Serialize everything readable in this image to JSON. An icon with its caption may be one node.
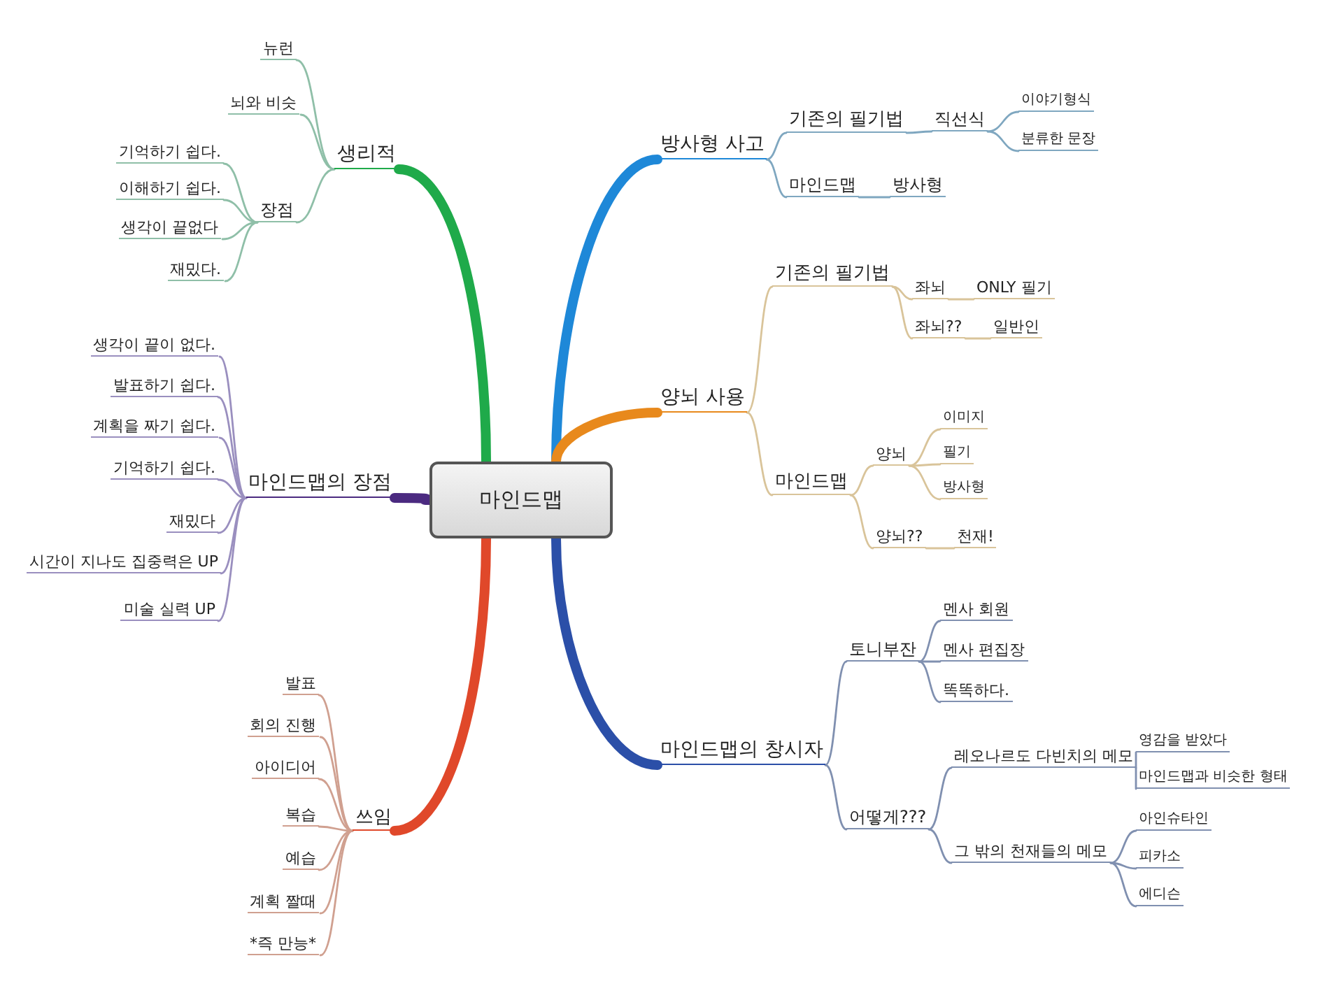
{
  "diagram": {
    "nodes": [
      {
        "text": [
          "마인드맵"
        ]
      },
      {
        "text": [
          "방사형 사고"
        ]
      },
      {
        "text": [
          "기존의 필기법"
        ]
      },
      {
        "text": [
          "직선식"
        ]
      },
      {
        "text": [
          "이야기형식"
        ]
      },
      {
        "text": [
          "분류한 문장"
        ]
      },
      {
        "text": [
          "마인드맵"
        ]
      },
      {
        "text": [
          "방사형"
        ]
      },
      {
        "text": [
          "양뇌 사용"
        ]
      },
      {
        "text": [
          "기존의 필기법"
        ]
      },
      {
        "text": [
          "좌뇌"
        ]
      },
      {
        "text": [
          "ONLY 필기"
        ]
      },
      {
        "text": [
          "좌뇌??"
        ]
      },
      {
        "text": [
          "일반인"
        ]
      },
      {
        "text": [
          "마인드맵"
        ]
      },
      {
        "text": [
          "양뇌"
        ]
      },
      {
        "text": [
          "이미지"
        ]
      },
      {
        "text": [
          "필기"
        ]
      },
      {
        "text": [
          "방사형"
        ]
      },
      {
        "text": [
          "양뇌??"
        ]
      },
      {
        "text": [
          "천재!"
        ]
      },
      {
        "text": [
          "마인드맵의 창시자"
        ]
      },
      {
        "text": [
          "토니부잔"
        ]
      },
      {
        "text": [
          "멘사 회원"
        ]
      },
      {
        "text": [
          "멘사 편집장"
        ]
      },
      {
        "text": [
          "똑똑하다."
        ]
      },
      {
        "text": [
          "어떻게???"
        ]
      },
      {
        "text": [
          "레오나르도 다빈치의 메모"
        ]
      },
      {
        "text": [
          "영감을 받았다"
        ]
      },
      {
        "text": [
          "마인드맵과 비슷한 형태"
        ]
      },
      {
        "text": [
          "그 밖의 천재들의 메모"
        ]
      },
      {
        "text": [
          "아인슈타인"
        ]
      },
      {
        "text": [
          "피카소"
        ]
      },
      {
        "text": [
          "에디슨"
        ]
      },
      {
        "text": [
          "생리적"
        ]
      },
      {
        "text": [
          "뉴런"
        ]
      },
      {
        "text": [
          "뇌와 비슷"
        ]
      },
      {
        "text": [
          "장점"
        ]
      },
      {
        "text": [
          "기억하기 쉽다."
        ]
      },
      {
        "text": [
          "이해하기 쉽다."
        ]
      },
      {
        "text": [
          "생각이 끝없다"
        ]
      },
      {
        "text": [
          "재밌다."
        ]
      },
      {
        "text": [
          "마인드맵의 장점"
        ]
      },
      {
        "text": [
          "생각이 끝이 없다."
        ]
      },
      {
        "text": [
          "발표하기 쉽다."
        ]
      },
      {
        "text": [
          "계획을 짜기 쉽다."
        ]
      },
      {
        "text": [
          "기억하기 쉽다."
        ]
      },
      {
        "text": [
          "재밌다"
        ]
      },
      {
        "text": [
          "시간이 지나도 집중력은 UP"
        ]
      },
      {
        "text": [
          "미술 실력 UP"
        ]
      },
      {
        "text": [
          "쓰임"
        ]
      },
      {
        "text": [
          "발표"
        ]
      },
      {
        "text": [
          "회의 진행"
        ]
      },
      {
        "text": [
          "아이디어"
        ]
      },
      {
        "text": [
          "복습"
        ]
      },
      {
        "text": [
          "예습"
        ]
      },
      {
        "text": [
          "계획 짤때"
        ]
      },
      {
        "text": [
          "*즉 만능*"
        ]
      }
    ],
    "edges": [
      {
        "from": 0,
        "to": 1,
        "arrow": "none",
        "style": "thick",
        "color": "#1e88d8"
      },
      {
        "from": 1,
        "to": 2,
        "arrow": "none",
        "color": "#7fa7c0"
      },
      {
        "from": 2,
        "to": 3,
        "arrow": "none",
        "color": "#7fa7c0"
      },
      {
        "from": 3,
        "to": 4,
        "arrow": "none",
        "color": "#7fa7c0"
      },
      {
        "from": 3,
        "to": 5,
        "arrow": "none",
        "color": "#7fa7c0"
      },
      {
        "from": 1,
        "to": 6,
        "arrow": "none",
        "color": "#7fa7c0"
      },
      {
        "from": 6,
        "to": 7,
        "arrow": "none",
        "color": "#7fa7c0"
      },
      {
        "from": 0,
        "to": 8,
        "arrow": "none",
        "style": "thick",
        "color": "#e8891c"
      },
      {
        "from": 8,
        "to": 9,
        "arrow": "none",
        "color": "#d9c49a"
      },
      {
        "from": 9,
        "to": 10,
        "arrow": "none",
        "color": "#d9c49a"
      },
      {
        "from": 10,
        "to": 11,
        "arrow": "none",
        "color": "#d9c49a"
      },
      {
        "from": 9,
        "to": 12,
        "arrow": "none",
        "color": "#d9c49a"
      },
      {
        "from": 12,
        "to": 13,
        "arrow": "none",
        "color": "#d9c49a"
      },
      {
        "from": 8,
        "to": 14,
        "arrow": "none",
        "color": "#d9c49a"
      },
      {
        "from": 14,
        "to": 15,
        "arrow": "none",
        "color": "#d9c49a"
      },
      {
        "from": 15,
        "to": 16,
        "arrow": "none",
        "color": "#d9c49a"
      },
      {
        "from": 15,
        "to": 17,
        "arrow": "none",
        "color": "#d9c49a"
      },
      {
        "from": 15,
        "to": 18,
        "arrow": "none",
        "color": "#d9c49a"
      },
      {
        "from": 14,
        "to": 19,
        "arrow": "none",
        "color": "#d9c49a"
      },
      {
        "from": 19,
        "to": 20,
        "arrow": "none",
        "color": "#d9c49a"
      },
      {
        "from": 0,
        "to": 21,
        "arrow": "none",
        "style": "thick",
        "color": "#2b4fa8"
      },
      {
        "from": 21,
        "to": 22,
        "arrow": "none",
        "color": "#8090b0"
      },
      {
        "from": 22,
        "to": 23,
        "arrow": "none",
        "color": "#8090b0"
      },
      {
        "from": 22,
        "to": 24,
        "arrow": "none",
        "color": "#8090b0"
      },
      {
        "from": 22,
        "to": 25,
        "arrow": "none",
        "color": "#8090b0"
      },
      {
        "from": 21,
        "to": 26,
        "arrow": "none",
        "color": "#8090b0"
      },
      {
        "from": 26,
        "to": 27,
        "arrow": "none",
        "color": "#8090b0"
      },
      {
        "from": 27,
        "to": 28,
        "arrow": "none",
        "color": "#8090b0"
      },
      {
        "from": 27,
        "to": 29,
        "arrow": "none",
        "color": "#8090b0"
      },
      {
        "from": 26,
        "to": 30,
        "arrow": "none",
        "color": "#8090b0"
      },
      {
        "from": 30,
        "to": 31,
        "arrow": "none",
        "color": "#8090b0"
      },
      {
        "from": 30,
        "to": 32,
        "arrow": "none",
        "color": "#8090b0"
      },
      {
        "from": 30,
        "to": 33,
        "arrow": "none",
        "color": "#8090b0"
      },
      {
        "from": 0,
        "to": 34,
        "arrow": "none",
        "style": "thick",
        "color": "#1faa4a"
      },
      {
        "from": 34,
        "to": 35,
        "arrow": "none",
        "color": "#8fbfa8"
      },
      {
        "from": 34,
        "to": 36,
        "arrow": "none",
        "color": "#8fbfa8"
      },
      {
        "from": 34,
        "to": 37,
        "arrow": "none",
        "color": "#8fbfa8"
      },
      {
        "from": 37,
        "to": 38,
        "arrow": "none",
        "color": "#8fbfa8"
      },
      {
        "from": 37,
        "to": 39,
        "arrow": "none",
        "color": "#8fbfa8"
      },
      {
        "from": 37,
        "to": 40,
        "arrow": "none",
        "color": "#8fbfa8"
      },
      {
        "from": 37,
        "to": 41,
        "arrow": "none",
        "color": "#8fbfa8"
      },
      {
        "from": 0,
        "to": 42,
        "arrow": "none",
        "style": "thick",
        "color": "#4b2a80"
      },
      {
        "from": 42,
        "to": 43,
        "arrow": "none",
        "color": "#9a8fbf"
      },
      {
        "from": 42,
        "to": 44,
        "arrow": "none",
        "color": "#9a8fbf"
      },
      {
        "from": 42,
        "to": 45,
        "arrow": "none",
        "color": "#9a8fbf"
      },
      {
        "from": 42,
        "to": 46,
        "arrow": "none",
        "color": "#9a8fbf"
      },
      {
        "from": 42,
        "to": 47,
        "arrow": "none",
        "color": "#9a8fbf"
      },
      {
        "from": 42,
        "to": 48,
        "arrow": "none",
        "color": "#9a8fbf"
      },
      {
        "from": 42,
        "to": 49,
        "arrow": "none",
        "color": "#9a8fbf"
      },
      {
        "from": 0,
        "to": 50,
        "arrow": "none",
        "style": "thick",
        "color": "#e0482a"
      },
      {
        "from": 50,
        "to": 51,
        "arrow": "none",
        "color": "#d0a090"
      },
      {
        "from": 50,
        "to": 52,
        "arrow": "none",
        "color": "#d0a090"
      },
      {
        "from": 50,
        "to": 53,
        "arrow": "none",
        "color": "#d0a090"
      },
      {
        "from": 50,
        "to": 54,
        "arrow": "none",
        "color": "#d0a090"
      },
      {
        "from": 50,
        "to": 55,
        "arrow": "none",
        "color": "#d0a090"
      },
      {
        "from": 50,
        "to": 56,
        "arrow": "none",
        "color": "#d0a090"
      },
      {
        "from": 50,
        "to": 57,
        "arrow": "none",
        "color": "#d0a090"
      }
    ]
  }
}
